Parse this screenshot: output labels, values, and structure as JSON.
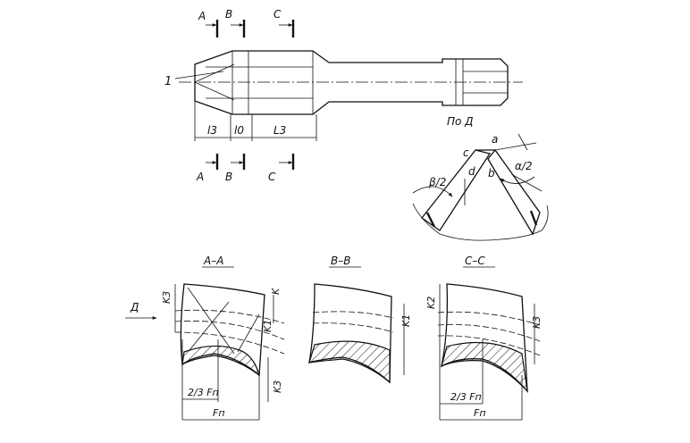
{
  "tap_view": {
    "callout": "1",
    "section_marks_top": [
      "A",
      "B",
      "C"
    ],
    "section_marks_bottom": [
      "A",
      "B",
      "C"
    ],
    "dimensions": [
      "l3",
      "l0",
      "L3"
    ]
  },
  "detail_view": {
    "title": "По Д",
    "labels": {
      "c": "c",
      "a": "a",
      "d": "d",
      "b": "b"
    },
    "angle_left": "β/2",
    "angle_right": "α/2"
  },
  "sections": [
    {
      "title": "А–А",
      "direction_label": "Д",
      "k_labels": [
        "K3",
        "K",
        "K1",
        "K3"
      ],
      "dims": [
        "2/3 Fп",
        "Fп"
      ]
    },
    {
      "title": "В–В",
      "k_labels": [
        "K1"
      ]
    },
    {
      "title": "С–С",
      "k_labels": [
        "K2",
        "K3"
      ],
      "dims": [
        "2/3 Fп",
        "Fп"
      ]
    }
  ]
}
